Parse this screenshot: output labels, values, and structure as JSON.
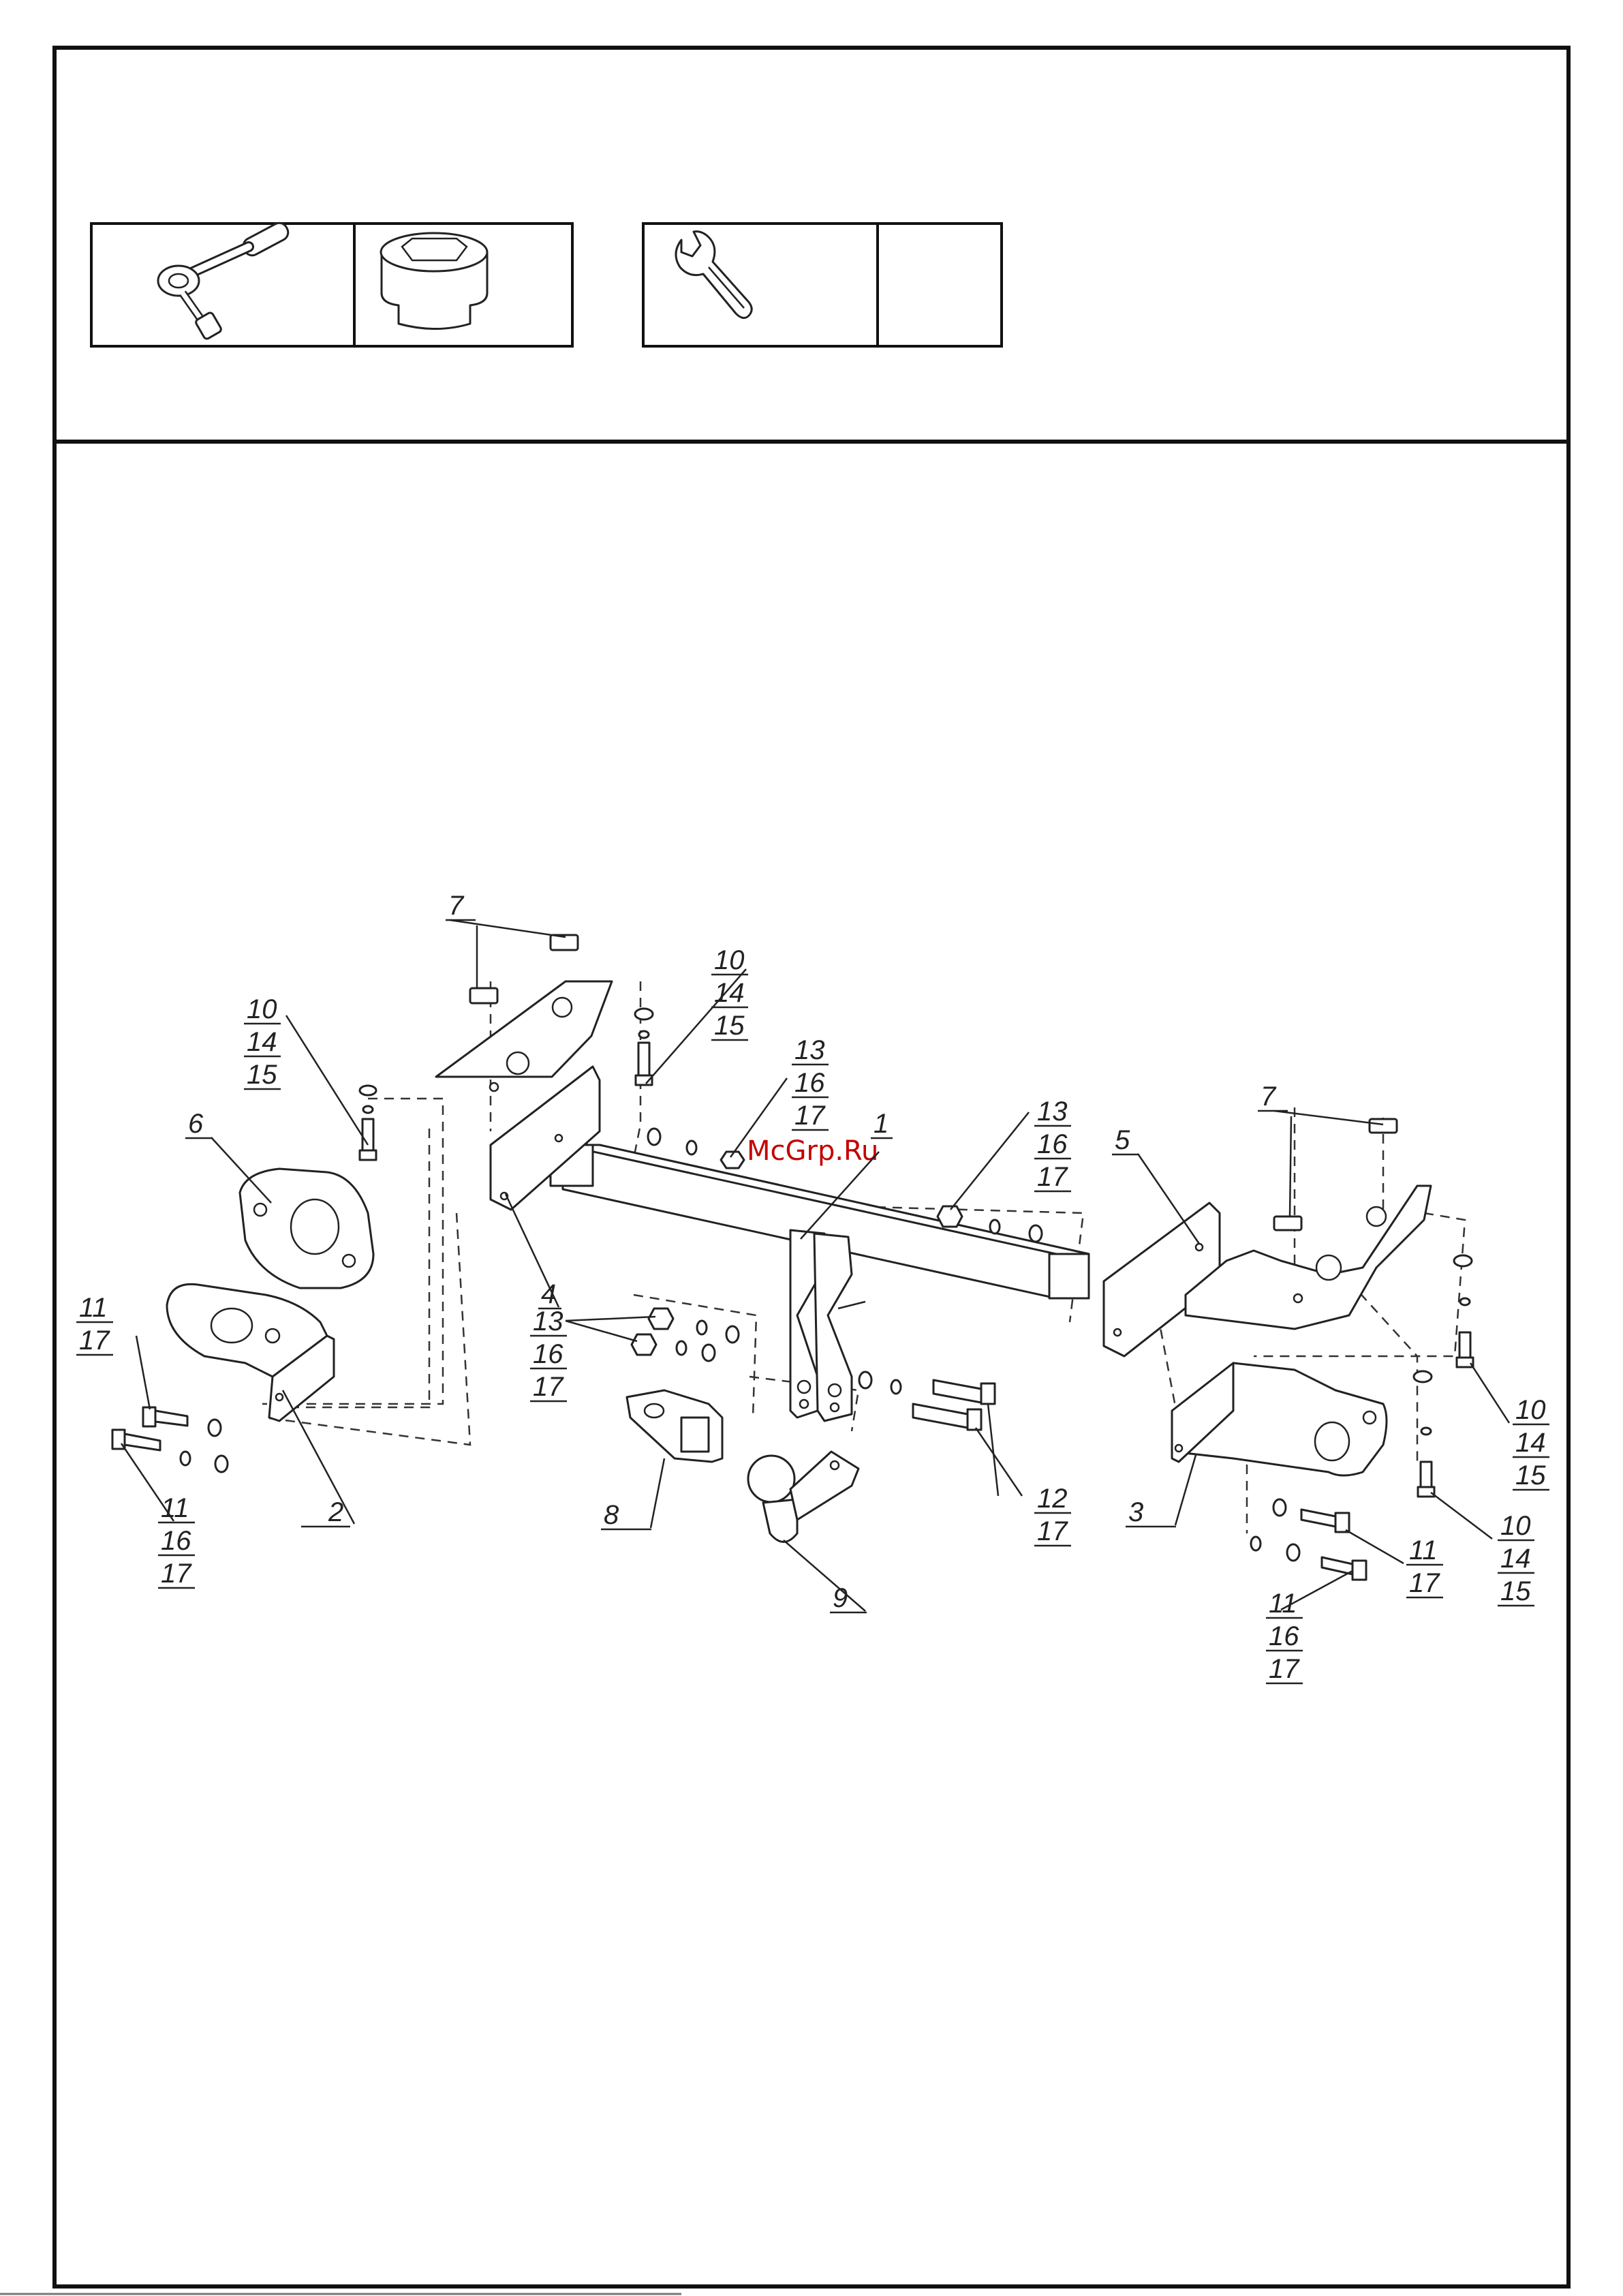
{
  "watermark": "McGrp.Ru",
  "callouts": [
    {
      "lines": [
        "1"
      ]
    },
    {
      "lines": [
        "2"
      ]
    },
    {
      "lines": [
        "3"
      ]
    },
    {
      "lines": [
        "4"
      ]
    },
    {
      "lines": [
        "5"
      ]
    },
    {
      "lines": [
        "6"
      ]
    },
    {
      "lines": [
        "7"
      ]
    },
    {
      "lines": [
        "7"
      ]
    },
    {
      "lines": [
        "8"
      ]
    },
    {
      "lines": [
        "9"
      ]
    },
    {
      "lines": [
        "10",
        "14",
        "15"
      ]
    },
    {
      "lines": [
        "10",
        "14",
        "15"
      ]
    },
    {
      "lines": [
        "10",
        "14",
        "15"
      ]
    },
    {
      "lines": [
        "10",
        "14",
        "15"
      ]
    },
    {
      "lines": [
        "11",
        "17"
      ]
    },
    {
      "lines": [
        "11",
        "16",
        "17"
      ]
    },
    {
      "lines": [
        "11",
        "17"
      ]
    },
    {
      "lines": [
        "11",
        "16",
        "17"
      ]
    },
    {
      "lines": [
        "12",
        "17"
      ]
    },
    {
      "lines": [
        "13",
        "16",
        "17"
      ]
    },
    {
      "lines": [
        "13",
        "16",
        "17"
      ]
    },
    {
      "lines": [
        "13",
        "16",
        "17"
      ]
    }
  ],
  "tool_icons": [
    "ratchet-wrench-icon",
    "socket-head-icon",
    "open-end-wrench-icon"
  ]
}
